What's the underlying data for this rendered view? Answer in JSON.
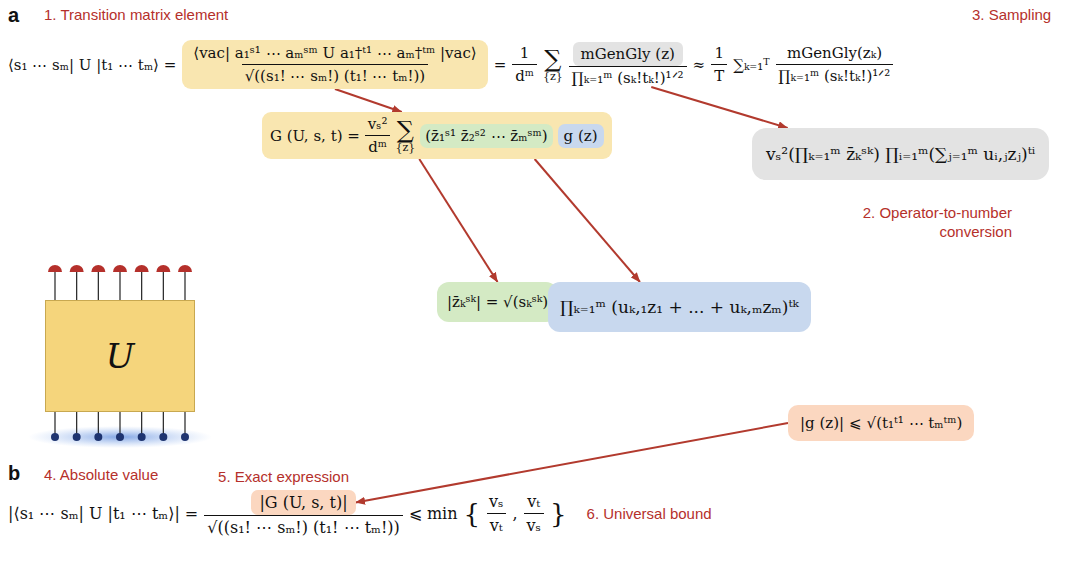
{
  "diagram": {
    "nodes": [
      {
        "text": [
          "⟨vac| a₁ˢ¹ ⋯ aₘˢᵐ U a₁†ᵗ¹ ⋯ aₘ†ᵗᵐ |vac⟩",
          "√((s₁! ⋯ sₘ!) (t₁! ⋯ tₘ!))"
        ]
      },
      {
        "text": [
          "mGenGly (z)",
          "∏ₖ₌₁ᵐ (sₖ!tₖ!)¹ᐟ²"
        ]
      },
      {
        "text": [
          "U"
        ]
      },
      {
        "text": [
          "G (U, s, t) =",
          "vₛ²",
          "dᵐ",
          "∑",
          "{z}"
        ]
      },
      {
        "text": [
          "(z̄₁ˢ¹ z̄₂ˢ² ⋯ z̄ₘˢᵐ)"
        ],
        "in": 3
      },
      {
        "text": [
          "g (z)"
        ],
        "in": 3
      },
      {
        "text": [
          "vₛ²(∏ₖ₌₁ᵐ z̄ₖˢᵏ) ∏ᵢ₌₁ᵐ(∑ⱼ₌₁ᵐ uᵢ,ⱼzⱼ)ᵗⁱ"
        ]
      },
      {
        "text": [
          "|z̄ₖˢᵏ| = √(sₖˢᵏ)"
        ]
      },
      {
        "text": [
          "∏ₖ₌₁ᵐ (uₖ,₁z₁ + ... + uₖ,ₘzₘ)ᵗᵏ"
        ]
      },
      {
        "text": [
          "|g (z)| ⩽ √(t₁ᵗ¹ ⋯ tₘᵗᵐ)"
        ]
      },
      {
        "text": [
          "|G (U, s, t)|"
        ]
      }
    ],
    "edges": [
      {
        "from": 0,
        "to": 3,
        "arrow": "to"
      },
      {
        "from": 1,
        "to": 6,
        "arrow": "to"
      },
      {
        "from": 3,
        "to": 7,
        "arrow": "to"
      },
      {
        "from": 3,
        "to": 8,
        "arrow": "to"
      },
      {
        "from": 9,
        "to": 10,
        "arrow": "to"
      }
    ],
    "labels": [
      "a",
      "1. Transition matrix element",
      "3. Sampling",
      "⟨s₁ ⋯ sₘ| U |t₁ ⋯ tₘ⟩ =",
      "=",
      "1",
      "dᵐ",
      "∑",
      "{z}",
      "≈",
      "1",
      "T",
      "∑ₖ₌₁ᵀ",
      "mGenGly(zₖ)",
      "∏ₖ₌₁ᵐ (sₖ!tₖ!)¹ᐟ²",
      "2. Operator-to-number conversion",
      "b",
      "4. Absolute value",
      "5. Exact expression",
      "|⟨s₁ ⋯ sₘ| U |t₁ ⋯ tₘ⟩| =",
      "√((s₁! ⋯ sₘ!) (t₁! ⋯ tₘ!))",
      "⩽ min",
      "{",
      "vₛ",
      "vₜ",
      ",",
      "vₜ",
      "vₛ",
      "}",
      "6. Universal bound"
    ]
  }
}
